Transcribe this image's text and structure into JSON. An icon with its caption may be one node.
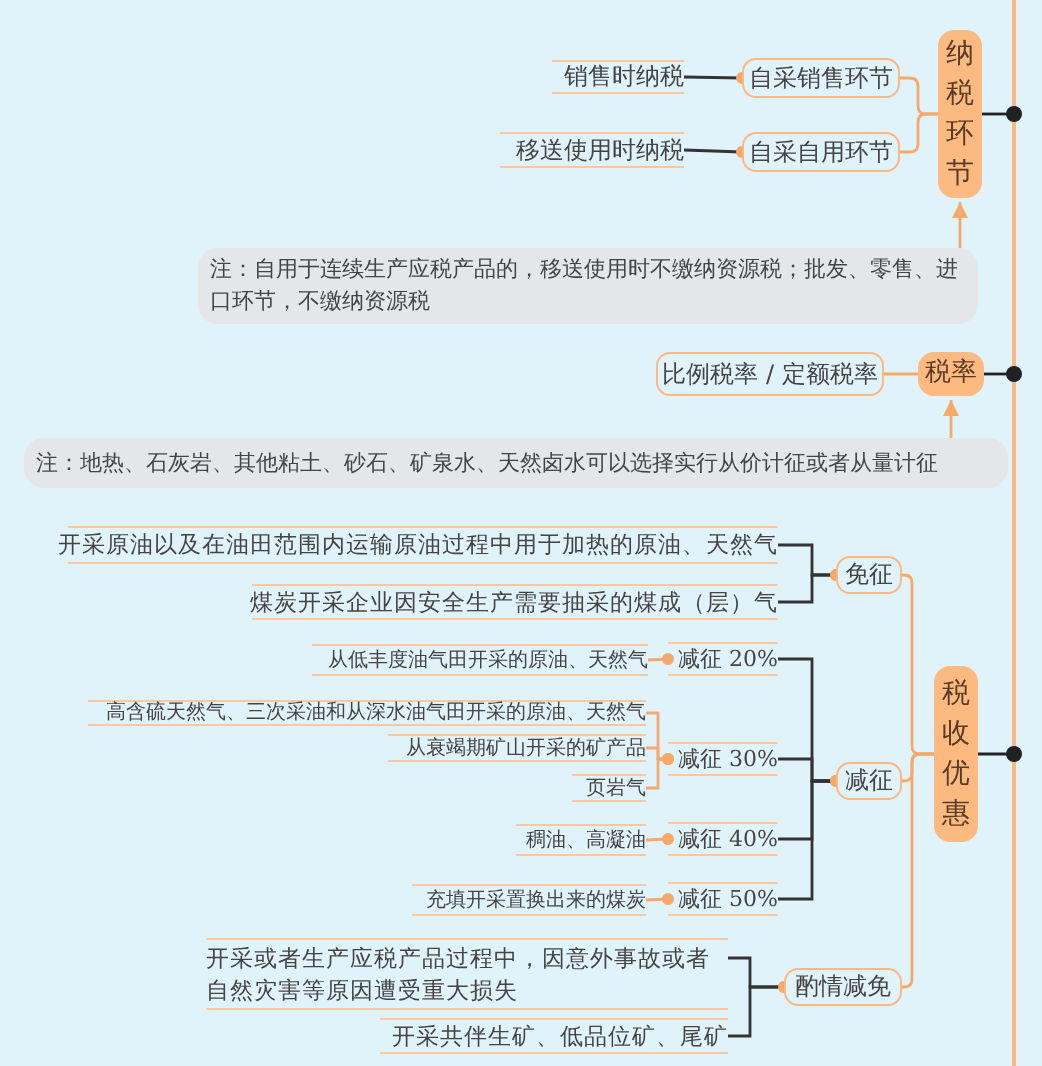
{
  "diagram": {
    "nodes": [
      {
        "text": [
          "纳税环节"
        ]
      },
      {
        "text": [
          "自采销售环节"
        ]
      },
      {
        "text": [
          "销售时纳税"
        ]
      },
      {
        "text": [
          "自采自用环节"
        ]
      },
      {
        "text": [
          "移送使用时纳税"
        ]
      },
      {
        "text": [
          "注：自用于连续生产应税产品的，移送使用时不缴纳资源税；批发、零售、进口环节，不缴纳资源税"
        ]
      },
      {
        "text": [
          "税率"
        ]
      },
      {
        "text": [
          "比例税率 / 定额税率"
        ]
      },
      {
        "text": [
          "注：地热、石灰岩、其他粘土、砂石、矿泉水、天然卤水可以选择实行从价计征或者从量计征"
        ]
      },
      {
        "text": [
          "税收优惠"
        ]
      },
      {
        "text": [
          "免征"
        ]
      },
      {
        "text": [
          "开采原油以及在油田范围内运输原油过程中用于加热的原油、天然气"
        ]
      },
      {
        "text": [
          "煤炭开采企业因安全生产需要抽采的煤成（层）气"
        ]
      },
      {
        "text": [
          "减征"
        ]
      },
      {
        "text": [
          "减征 20%"
        ]
      },
      {
        "text": [
          "从低丰度油气田开采的原油、天然气"
        ]
      },
      {
        "text": [
          "减征 30%"
        ]
      },
      {
        "text": [
          "高含硫天然气、三次采油和从深水油气田开采的原油、天然气"
        ]
      },
      {
        "text": [
          "从衰竭期矿山开采的矿产品"
        ]
      },
      {
        "text": [
          "页岩气"
        ]
      },
      {
        "text": [
          "减征 40%"
        ]
      },
      {
        "text": [
          "稠油、高凝油"
        ]
      },
      {
        "text": [
          "减征 50%"
        ]
      },
      {
        "text": [
          "充填开采置换出来的煤炭"
        ]
      },
      {
        "text": [
          "酌情减免"
        ]
      },
      {
        "text": [
          "开采或者生产应税产品过程中，因意外事故或者自然灾害等原因遭受重大损失"
        ]
      },
      {
        "text": [
          "开采共伴生矿、低品位矿、尾矿"
        ]
      }
    ],
    "edges": [
      {
        "from": 0,
        "to": 1,
        "arrow": "none"
      },
      {
        "from": 0,
        "to": 3,
        "arrow": "none"
      },
      {
        "from": 1,
        "to": 2,
        "arrow": "other",
        "color": "#333333"
      },
      {
        "from": 3,
        "to": 4,
        "arrow": "other",
        "color": "#333333"
      },
      {
        "from": 5,
        "to": 0,
        "arrow": "to"
      },
      {
        "from": 6,
        "to": 7,
        "arrow": "none"
      },
      {
        "from": 8,
        "to": 6,
        "arrow": "to"
      },
      {
        "from": 9,
        "to": 10,
        "arrow": "none"
      },
      {
        "from": 9,
        "to": 13,
        "arrow": "none"
      },
      {
        "from": 9,
        "to": 24,
        "arrow": "none"
      },
      {
        "from": 10,
        "to": 11,
        "arrow": "other",
        "color": "#333333"
      },
      {
        "from": 10,
        "to": 12,
        "arrow": "other",
        "color": "#333333"
      },
      {
        "from": 13,
        "to": 14,
        "arrow": "other",
        "color": "#333333"
      },
      {
        "from": 13,
        "to": 16,
        "arrow": "other",
        "color": "#333333"
      },
      {
        "from": 13,
        "to": 20,
        "arrow": "other",
        "color": "#333333"
      },
      {
        "from": 13,
        "to": 22,
        "arrow": "other",
        "color": "#333333"
      },
      {
        "from": 14,
        "to": 15,
        "arrow": "other"
      },
      {
        "from": 16,
        "to": 17,
        "arrow": "other"
      },
      {
        "from": 16,
        "to": 18,
        "arrow": "other"
      },
      {
        "from": 16,
        "to": 19,
        "arrow": "other"
      },
      {
        "from": 20,
        "to": 21,
        "arrow": "other"
      },
      {
        "from": 22,
        "to": 23,
        "arrow": "other"
      },
      {
        "from": 24,
        "to": 25,
        "arrow": "other",
        "color": "#333333"
      },
      {
        "from": 24,
        "to": 26,
        "arrow": "other",
        "color": "#333333"
      },
      {
        "from": null,
        "to": 0,
        "arrow": "other",
        "color": "#222222"
      },
      {
        "from": null,
        "to": 6,
        "arrow": "other",
        "color": "#222222"
      },
      {
        "from": null,
        "to": 9,
        "arrow": "other",
        "color": "#222222"
      }
    ]
  }
}
